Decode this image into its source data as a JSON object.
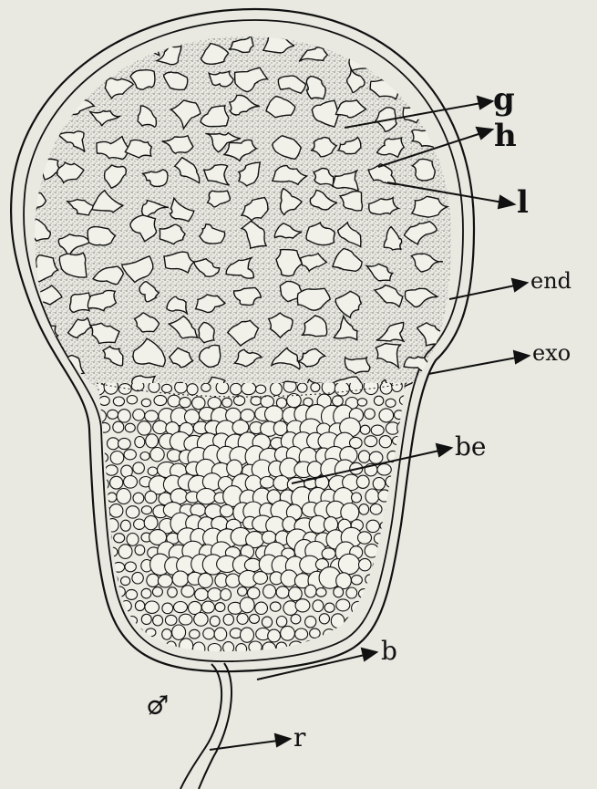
{
  "figure": {
    "background": "#e9e9e2",
    "ink": "#111111",
    "stipple": "#2a2a2a",
    "mark": "♂̸",
    "labels": {
      "g": "g",
      "h": "h",
      "l": "l",
      "end": "end",
      "exo": "exo",
      "be": "be",
      "b": "b",
      "r": "r"
    }
  }
}
